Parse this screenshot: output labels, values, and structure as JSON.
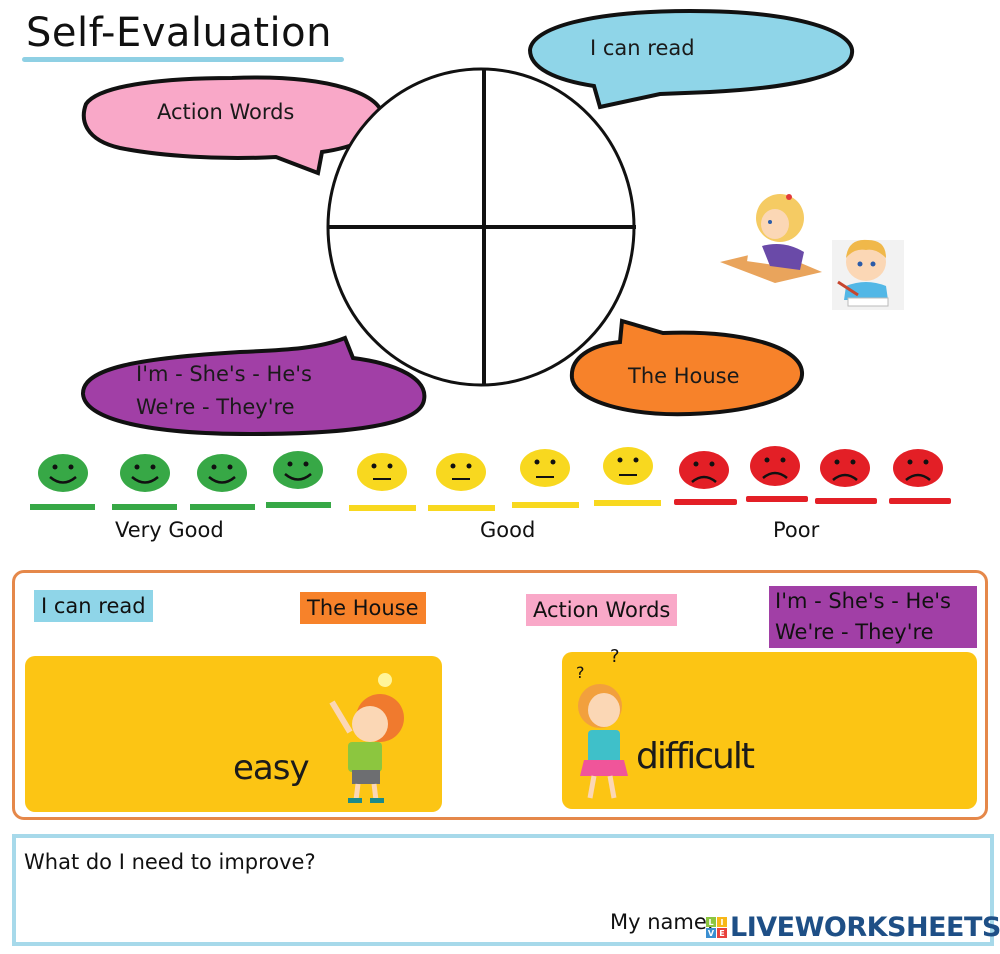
{
  "header": {
    "title": "Self-Evaluation"
  },
  "bubbles": {
    "action_words": "Action Words",
    "i_can_read": "I can read",
    "pronouns_line1": "I'm - She's - He's",
    "pronouns_line2": "We're - They're",
    "the_house": "The House"
  },
  "colors": {
    "pink": "#f9a8c8",
    "blue": "#8fd5e8",
    "purple": "#a13fa6",
    "orange": "#f7822a",
    "green": "#37a846",
    "yellow": "#f8d81f",
    "red": "#e31f26",
    "box_yellow": "#fcc514",
    "frame_orange": "#e5884a",
    "brand_blue": "#1e4f86"
  },
  "rating_scale": {
    "faces": [
      {
        "mood": "happy",
        "color": "green"
      },
      {
        "mood": "happy",
        "color": "green"
      },
      {
        "mood": "happy",
        "color": "green"
      },
      {
        "mood": "happy",
        "color": "green"
      },
      {
        "mood": "neutral",
        "color": "yellow"
      },
      {
        "mood": "neutral",
        "color": "yellow"
      },
      {
        "mood": "neutral",
        "color": "yellow"
      },
      {
        "mood": "neutral",
        "color": "yellow"
      },
      {
        "mood": "sad",
        "color": "red"
      },
      {
        "mood": "sad",
        "color": "red"
      },
      {
        "mood": "sad",
        "color": "red"
      },
      {
        "mood": "sad",
        "color": "red"
      }
    ],
    "labels": {
      "very_good": "Very Good",
      "good": "Good",
      "poor": "Poor"
    }
  },
  "draggables": {
    "i_can_read": "I can read",
    "the_house": "The House",
    "action_words": "Action Words",
    "pronouns_line1": "I'm - She's - He's",
    "pronouns_line2": "We're - They're"
  },
  "drop_zones": {
    "easy": "easy",
    "difficult": "difficult"
  },
  "improve": {
    "question": "What do I need to improve?",
    "my_name": "My name:"
  },
  "brand": {
    "tiles": [
      "L",
      "I",
      "V",
      "E"
    ],
    "text": "LIVEWORKSHEETS"
  }
}
